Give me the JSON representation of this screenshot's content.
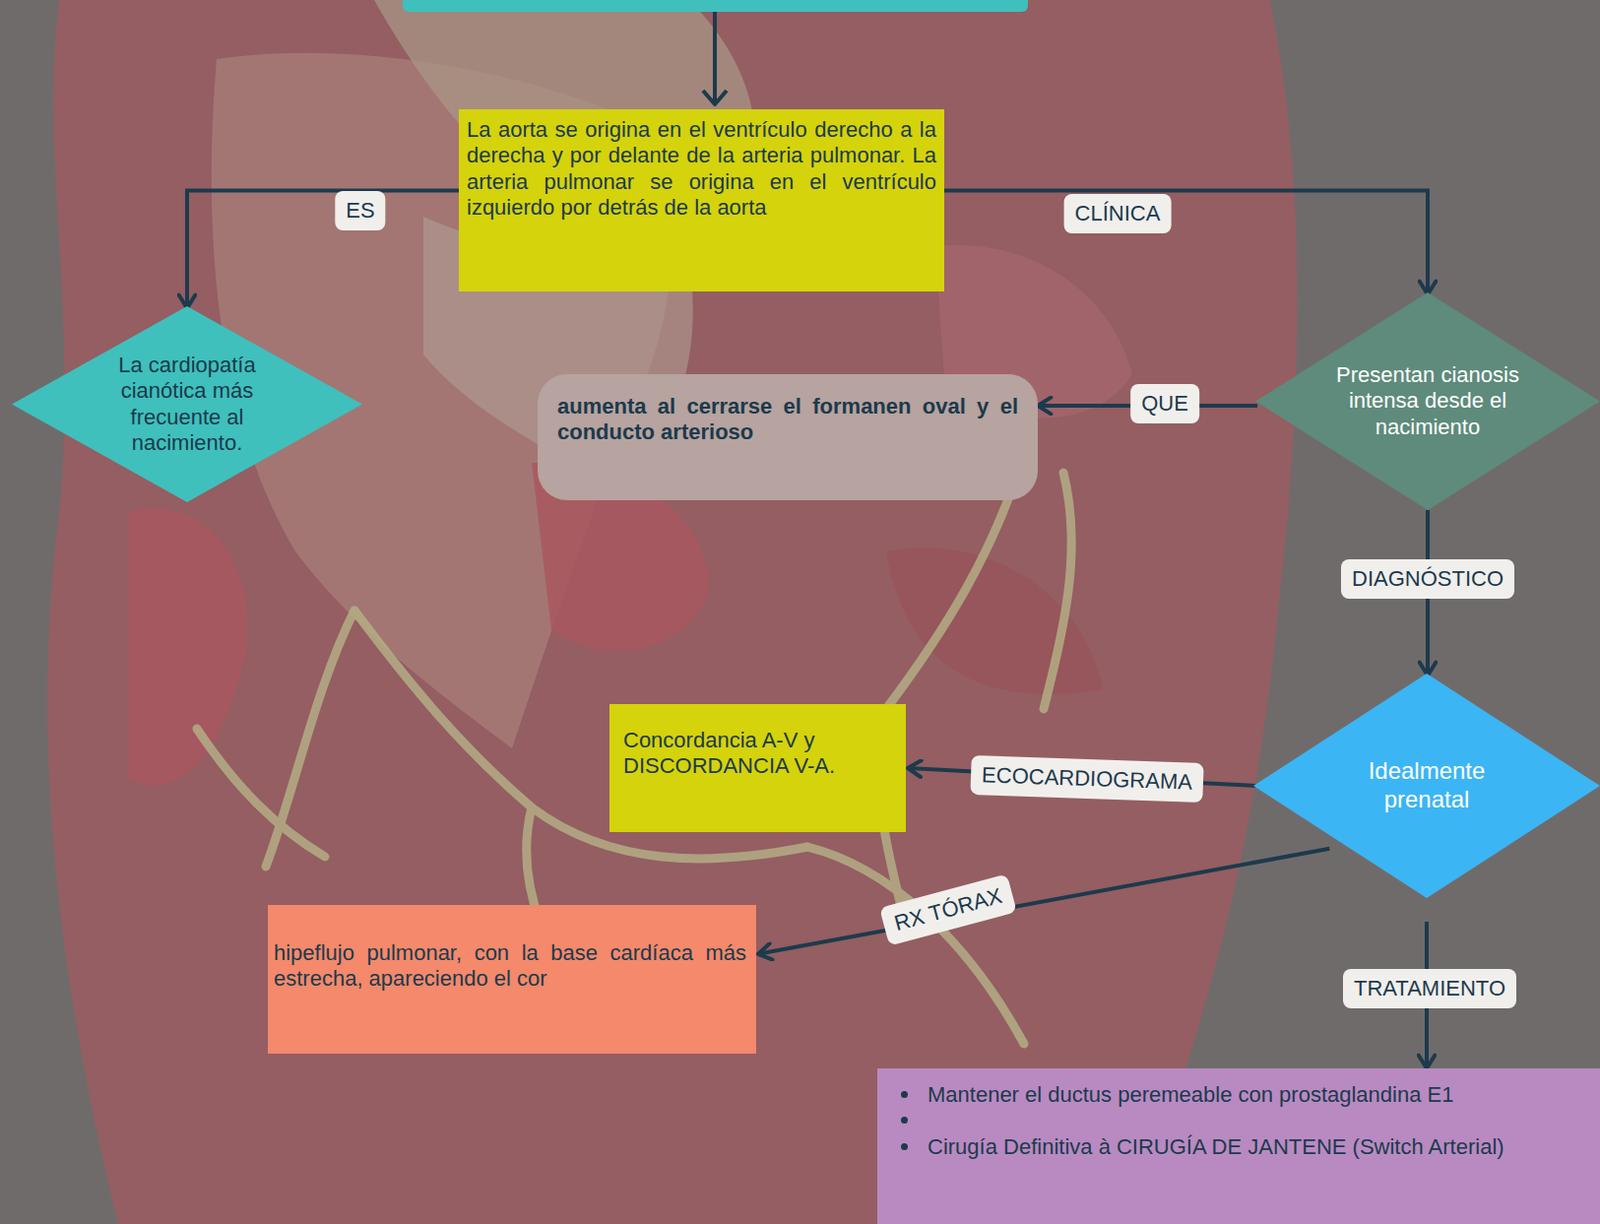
{
  "diagram": {
    "nodes": [
      {
        "text": [
          "La aorta se origina en el ventrículo derecho a la derecha y por delante de la arteria pulmonar. La arteria pulmonar se origina en el ventrículo izquierdo por detrás de la aorta"
        ]
      },
      {
        "text": [
          "La cardiopatía cianótica más frecuente al nacimiento."
        ]
      },
      {
        "text": [
          "Presentan cianosis intensa desde el nacimiento"
        ]
      },
      {
        "text": [
          "aumenta al cerrarse el formanen oval y el conducto arterioso"
        ]
      },
      {
        "text": [
          "Idealmente prenatal"
        ]
      },
      {
        "text": [
          "Concordancia A-V y DISCORDANCIA V-A."
        ]
      },
      {
        "text": [
          "hipeflujo pulmonar, con la base cardíaca más estrecha, apareciendo el cor"
        ]
      },
      {
        "text": [
          "Mantener el ductus peremeable con prostaglandina E1",
          "Cirugía Definitiva à CIRUGÍA DE JANTENE (Switch Arterial)"
        ]
      }
    ],
    "edges": [
      {
        "from": 0,
        "to": 1,
        "label": "ES",
        "arrow": "to"
      },
      {
        "from": 0,
        "to": 2,
        "label": "CLÍNICA",
        "arrow": "to"
      },
      {
        "from": 2,
        "to": 3,
        "label": "QUE",
        "arrow": "to"
      },
      {
        "from": 2,
        "to": 4,
        "label": "DIAGNÓSTICO",
        "arrow": "to"
      },
      {
        "from": 4,
        "to": 5,
        "label": "ECOCARDIOGRAMA",
        "arrow": "to"
      },
      {
        "from": 4,
        "to": 6,
        "label": "RX TÓRAX",
        "arrow": "to"
      },
      {
        "from": 4,
        "to": 7,
        "label": "TRATAMIENTO",
        "arrow": "to"
      }
    ]
  }
}
